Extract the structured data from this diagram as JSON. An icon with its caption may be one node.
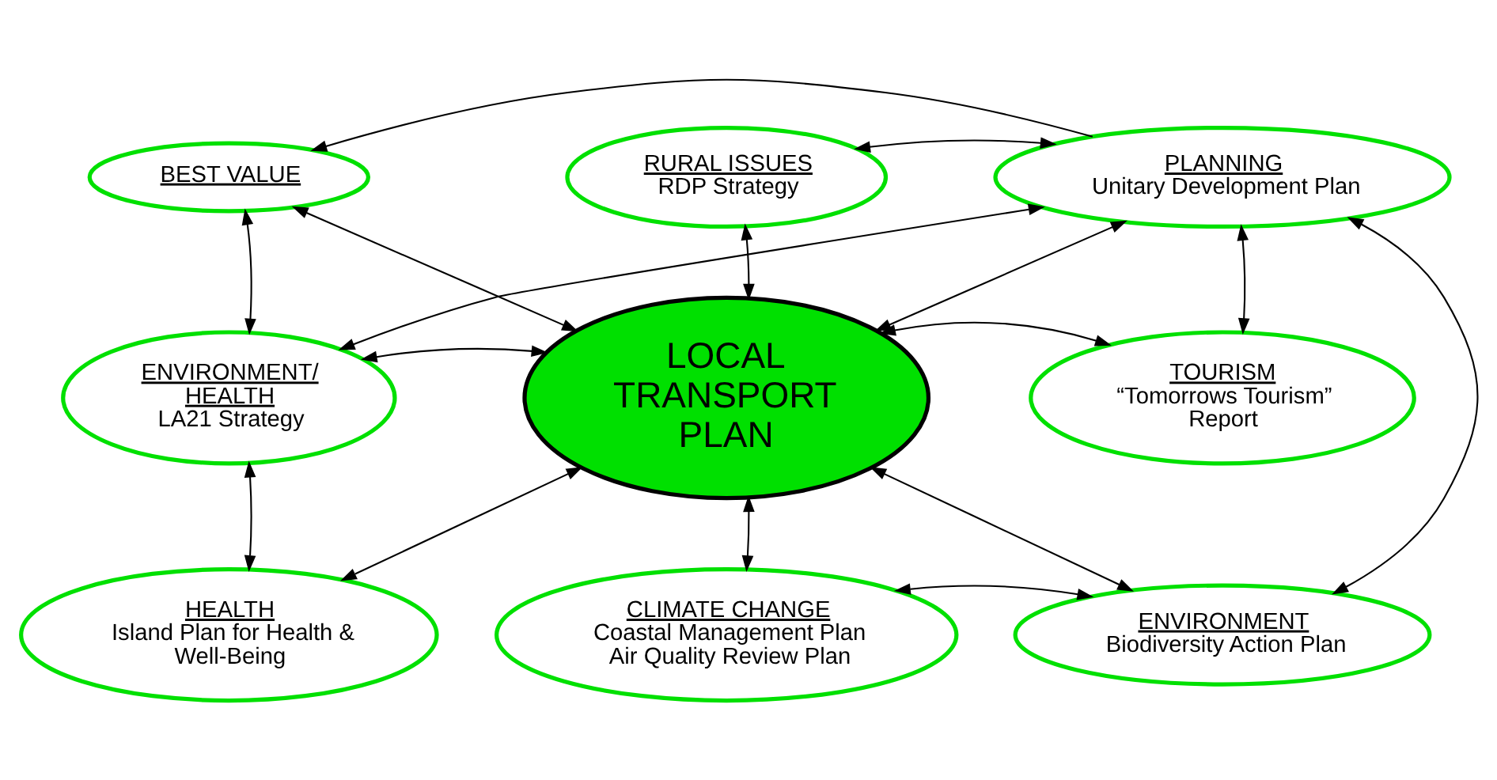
{
  "diagram": {
    "nodes": [
      {
        "text": [
          "BEST VALUE"
        ]
      },
      {
        "text": [
          "RURAL ISSUES",
          "RDP Strategy"
        ]
      },
      {
        "text": [
          "PLANNING",
          "Unitary Development Plan"
        ]
      },
      {
        "text": [
          "ENVIRONMENT/ HEALTH",
          "LA21 Strategy"
        ]
      },
      {
        "text": [
          "LOCAL TRANSPORT PLAN"
        ]
      },
      {
        "text": [
          "TOURISM",
          "“Tomorrows Tourism” Report"
        ]
      },
      {
        "text": [
          "HEALTH",
          "Island Plan for Health & Well-Being"
        ]
      },
      {
        "text": [
          "ENVIRONMENT",
          "Biodiversity Action Plan"
        ]
      },
      {
        "text": [
          "CLIMATE CHANGE",
          "Coastal Management Plan Air Quality Review Plan"
        ]
      }
    ],
    "edges": [
      {
        "from": 2,
        "to": 0,
        "arrow": "to"
      },
      {
        "from": 1,
        "to": 2,
        "arrow": "both"
      },
      {
        "from": 0,
        "to": 3,
        "arrow": "both"
      },
      {
        "from": 0,
        "to": 4,
        "arrow": "both"
      },
      {
        "from": 1,
        "to": 4,
        "arrow": "both"
      },
      {
        "from": 2,
        "to": 4,
        "arrow": "both"
      },
      {
        "from": 3,
        "to": 2,
        "arrow": "both"
      },
      {
        "from": 2,
        "to": 5,
        "arrow": "both"
      },
      {
        "from": 2,
        "to": 7,
        "arrow": "both"
      },
      {
        "from": 3,
        "to": 4,
        "arrow": "both"
      },
      {
        "from": 4,
        "to": 5,
        "arrow": "both"
      },
      {
        "from": 3,
        "to": 6,
        "arrow": "both"
      },
      {
        "from": 4,
        "to": 6,
        "arrow": "both"
      },
      {
        "from": 4,
        "to": 7,
        "arrow": "both"
      },
      {
        "from": 4,
        "to": 8,
        "arrow": "both"
      },
      {
        "from": 8,
        "to": 7,
        "arrow": "both"
      }
    ]
  }
}
